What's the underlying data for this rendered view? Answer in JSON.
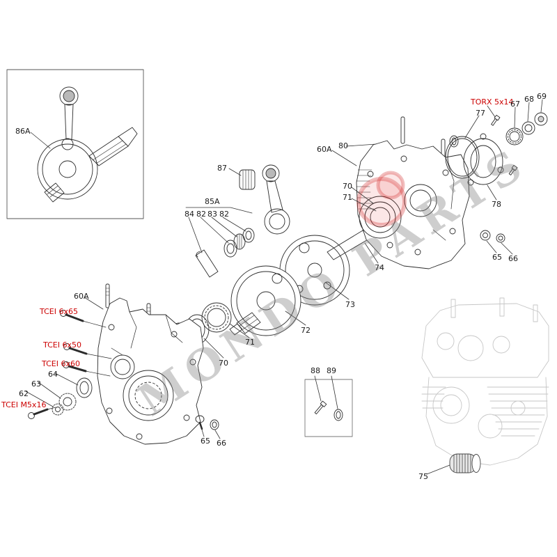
{
  "watermark": {
    "text": "MONDO PARTS"
  },
  "colors": {
    "part_label": "#1a1a1a",
    "fastener_label": "#cc0000",
    "stamp": "#d23c3c"
  },
  "labels": [
    {
      "id": "86A",
      "text": "86A"
    },
    {
      "id": "87",
      "text": "87"
    },
    {
      "id": "85A",
      "text": "85A"
    },
    {
      "id": "84",
      "text": "84"
    },
    {
      "id": "82a",
      "text": "82"
    },
    {
      "id": "83",
      "text": "83"
    },
    {
      "id": "82b",
      "text": "82"
    },
    {
      "id": "60A-top",
      "text": "60A"
    },
    {
      "id": "80",
      "text": "80"
    },
    {
      "id": "torx-5x14",
      "text": "TORX 5x14",
      "type": "fastener"
    },
    {
      "id": "77",
      "text": "77"
    },
    {
      "id": "67",
      "text": "67"
    },
    {
      "id": "68",
      "text": "68"
    },
    {
      "id": "69",
      "text": "69"
    },
    {
      "id": "70-top",
      "text": "70"
    },
    {
      "id": "71-top",
      "text": "71"
    },
    {
      "id": "78",
      "text": "78"
    },
    {
      "id": "65-right",
      "text": "65"
    },
    {
      "id": "66-right",
      "text": "66"
    },
    {
      "id": "74",
      "text": "74"
    },
    {
      "id": "73",
      "text": "73"
    },
    {
      "id": "72",
      "text": "72"
    },
    {
      "id": "71-mid",
      "text": "71"
    },
    {
      "id": "70-mid",
      "text": "70"
    },
    {
      "id": "60A-left",
      "text": "60A"
    },
    {
      "id": "tcei-6x65",
      "text": "TCEI 6x65",
      "type": "fastener"
    },
    {
      "id": "tcei-6x50",
      "text": "TCEI 6x50",
      "type": "fastener"
    },
    {
      "id": "tcei-6x60",
      "text": "TCEI 6x60",
      "type": "fastener"
    },
    {
      "id": "64",
      "text": "64"
    },
    {
      "id": "63",
      "text": "63"
    },
    {
      "id": "62",
      "text": "62"
    },
    {
      "id": "tcei-m5x16",
      "text": "TCEI M5x16",
      "type": "fastener"
    },
    {
      "id": "65-bottom",
      "text": "65"
    },
    {
      "id": "66-bottom",
      "text": "66"
    },
    {
      "id": "88",
      "text": "88"
    },
    {
      "id": "89",
      "text": "89"
    },
    {
      "id": "75",
      "text": "75"
    }
  ]
}
